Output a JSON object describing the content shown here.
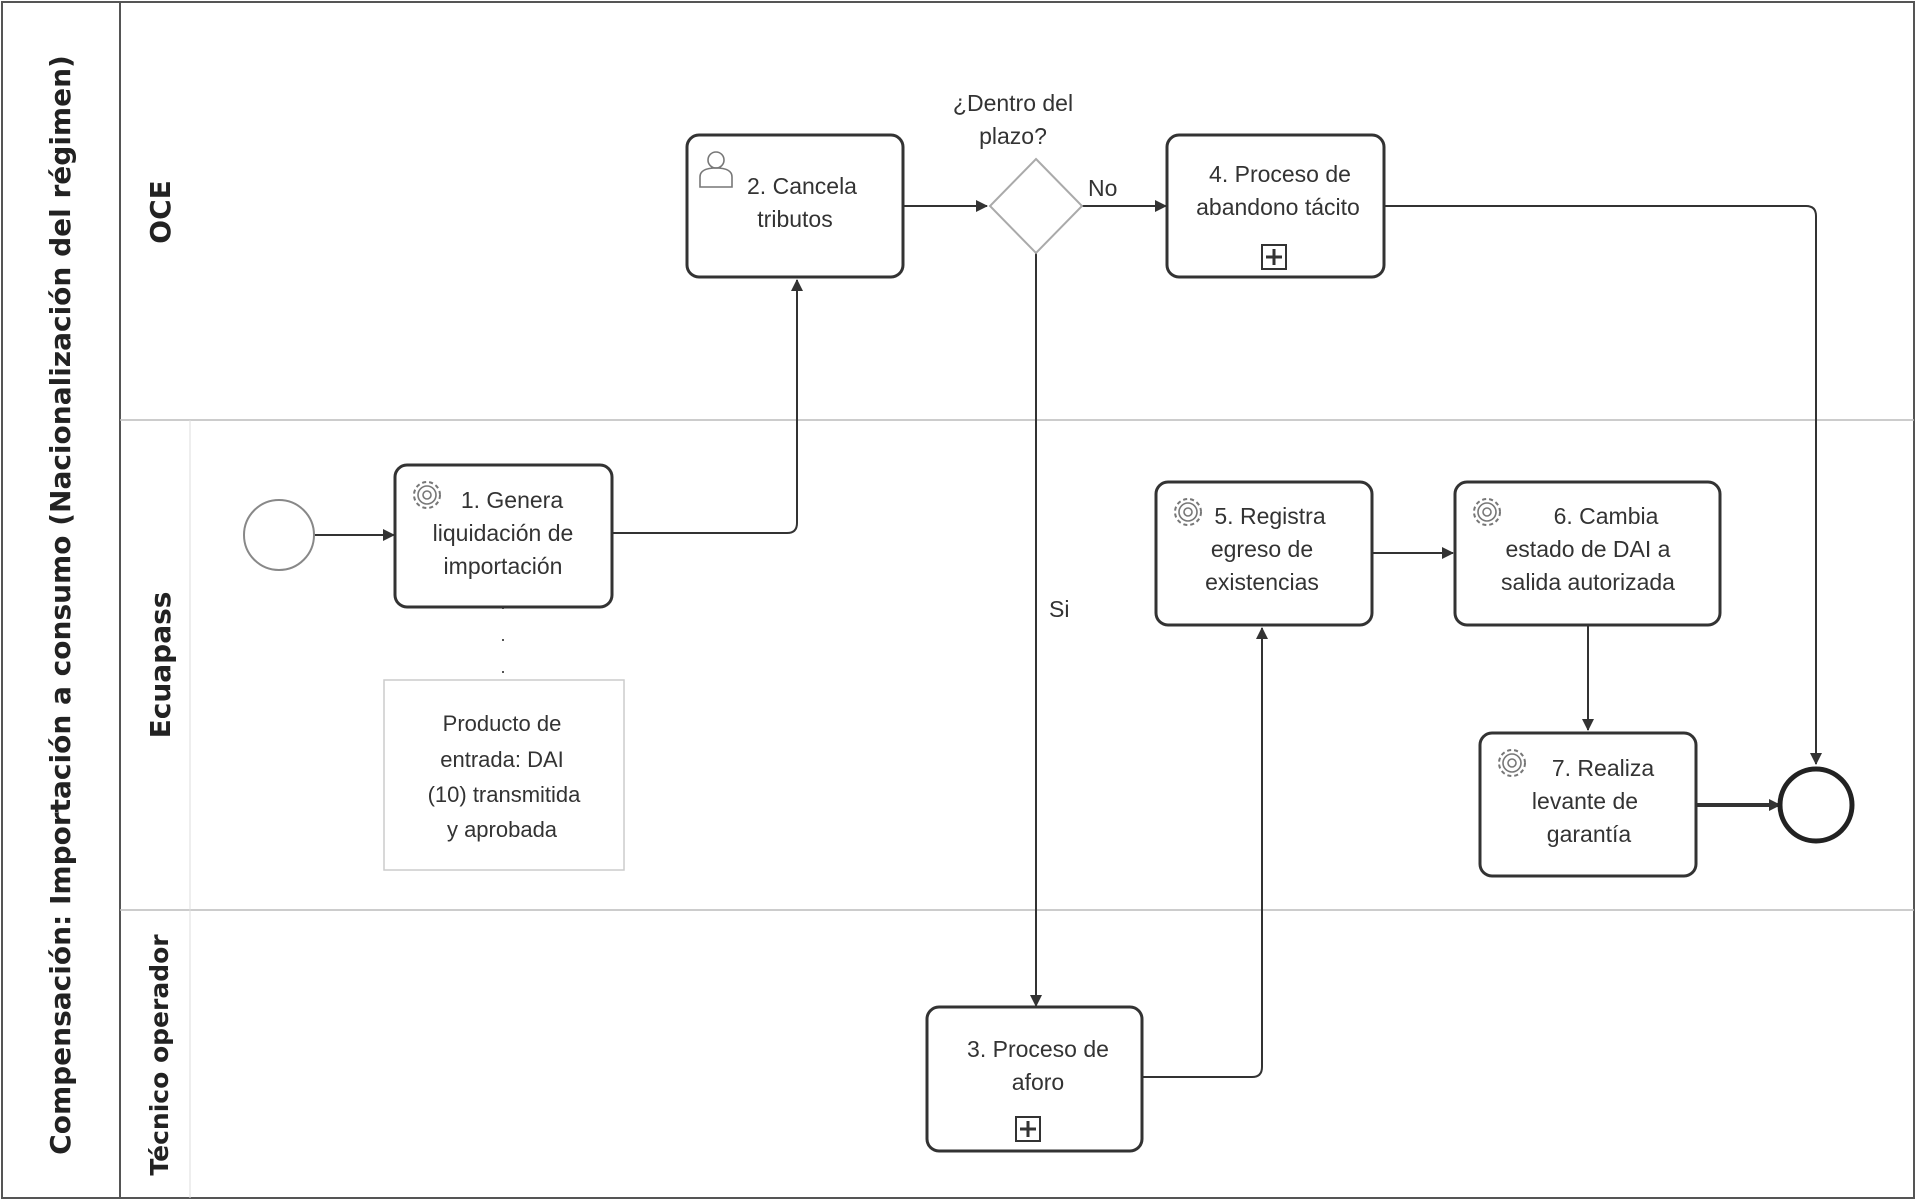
{
  "pool": {
    "label": "Compensación: Importación a consumo (Nacionalización del régimen)"
  },
  "lanes": [
    {
      "label": "OCE"
    },
    {
      "label": "Ecuapass"
    },
    {
      "label": "Técnico operador"
    }
  ],
  "tasks": {
    "t1": {
      "lines": [
        "1. Genera",
        "liquidación de",
        "importación"
      ],
      "icon": "service-gear-icon"
    },
    "t2": {
      "lines": [
        "2. Cancela",
        "tributos"
      ],
      "icon": "user-icon"
    },
    "t3": {
      "lines": [
        "3. Proceso de",
        "aforo"
      ],
      "icon": "subprocess-plus-icon"
    },
    "t4": {
      "lines": [
        "4. Proceso de",
        "abandono tácito"
      ],
      "icon": "subprocess-plus-icon"
    },
    "t5": {
      "lines": [
        "5. Registra",
        "egreso de",
        "existencias"
      ],
      "icon": "service-gear-icon"
    },
    "t6": {
      "lines": [
        "6. Cambia",
        "estado de DAI a",
        "salida autorizada"
      ],
      "icon": "service-gear-icon"
    },
    "t7": {
      "lines": [
        "7. Realiza",
        "levante de",
        "garantía"
      ],
      "icon": "service-gear-icon"
    }
  },
  "gateway": {
    "question_lines": [
      "¿Dentro del",
      "plazo?"
    ],
    "no_label": "No",
    "yes_label": "Si"
  },
  "artifact": {
    "lines": [
      "Producto de",
      "entrada:  DAI",
      "(10) transmitida",
      "y aprobada"
    ]
  },
  "colors": {
    "stroke": "#333333",
    "text": "#333333",
    "lane_border": "#555555",
    "icon": "#777777"
  }
}
